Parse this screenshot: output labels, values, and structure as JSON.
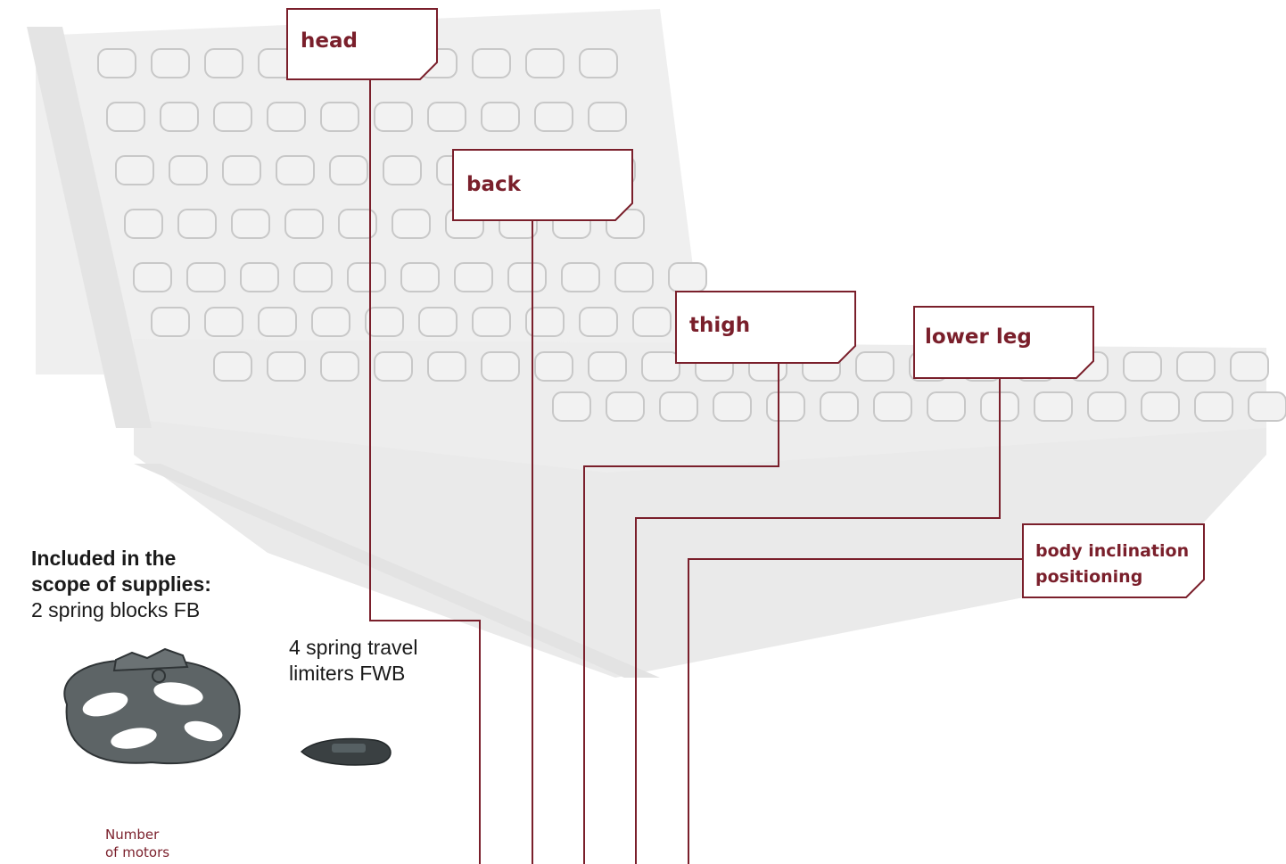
{
  "colors": {
    "accent": "#7a1f2b",
    "text": "#1a1a1a",
    "background_frame": "#e4e4e4"
  },
  "labels": {
    "head": "head",
    "back": "back",
    "thigh": "thigh",
    "lower_leg": "lower leg",
    "body_inclination_line1": "body inclination",
    "body_inclination_line2": "positioning"
  },
  "scope": {
    "heading_line1": "Included in the",
    "heading_line2": "scope of supplies:",
    "spring_blocks": "2 spring blocks FB"
  },
  "limiters": {
    "line1": "4 spring travel",
    "line2": "limiters FWB"
  },
  "motors": {
    "line1": "Number",
    "line2": "of motors"
  }
}
